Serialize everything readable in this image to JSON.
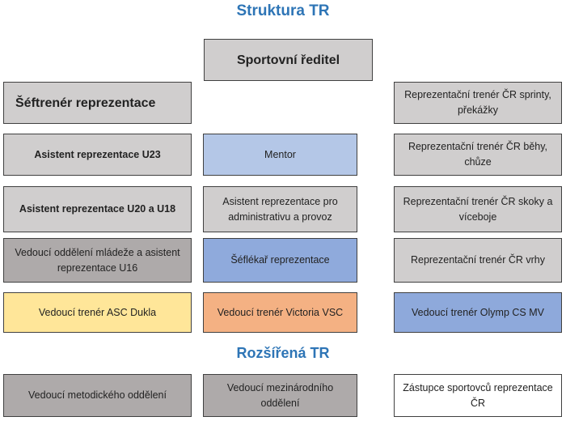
{
  "title": "Struktura TR",
  "subtitle": "Rozšířená TR",
  "boxes": {
    "sportovni_reditel": "Sportovní ředitel",
    "seftrener": "Šéftrenér reprezentace",
    "repre_sprinty": "Reprezentační trenér ČR sprinty, překážky",
    "asistent_u23": "Asistent reprezentace U23",
    "mentor": "Mentor",
    "repre_behy": "Reprezentační trenér ČR běhy, chůze",
    "asistent_u20": "Asistent reprezentace U20 a U18",
    "asistent_admin": "Asistent reprezentace pro administrativu a provoz",
    "repre_skoky": "Reprezentační trenér ČR skoky a víceboje",
    "vedouci_mladeze": "Vedoucí oddělení mládeže a asistent reprezentace U16",
    "seflekar": "Šéflékař reprezentace",
    "repre_vrhy": "Reprezentační trenér ČR vrhy",
    "dukla": "Vedoucí trenér ASC Dukla",
    "victoria": "Vedoucí trenér Victoria VSC",
    "olymp": "Vedoucí trenér Olymp CS MV",
    "metodicke": "Vedoucí metodického oddělení",
    "mezinarodni": "Vedoucí mezinárodního oddělení",
    "zastupce": "Zástupce sportovců reprezentace ČR"
  },
  "colors": {
    "title": "#2e75b6",
    "gray": "#d0cece",
    "dark_gray": "#aeaaaa",
    "light_blue": "#b4c7e7",
    "mid_blue": "#8faadc",
    "yellow": "#ffe699",
    "orange": "#f4b183",
    "blue": "#8ea9db",
    "white": "#ffffff"
  }
}
